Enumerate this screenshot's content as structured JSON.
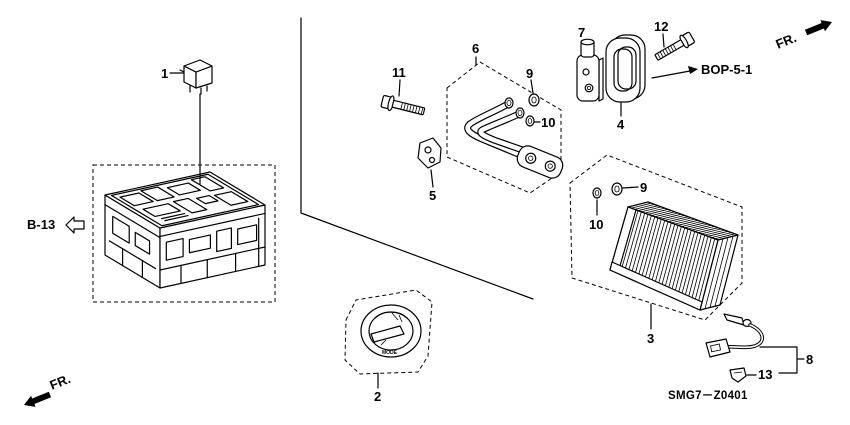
{
  "callouts": {
    "part_1": "1",
    "part_2": "2",
    "part_3": "3",
    "part_4": "4",
    "part_5": "5",
    "part_6": "6",
    "part_7": "7",
    "part_8": "8",
    "part_9_upper": "9",
    "part_9_lower": "9",
    "part_10_upper": "10",
    "part_10_lower": "10",
    "part_11": "11",
    "part_12": "12",
    "part_13": "13"
  },
  "references": {
    "left": "B-13",
    "right": "BOP-5-1"
  },
  "direction_marks": {
    "top_right": "FR.",
    "bottom_left": "FR."
  },
  "knob_label": "MODE",
  "diagram_code": "SMG7－Z0401"
}
